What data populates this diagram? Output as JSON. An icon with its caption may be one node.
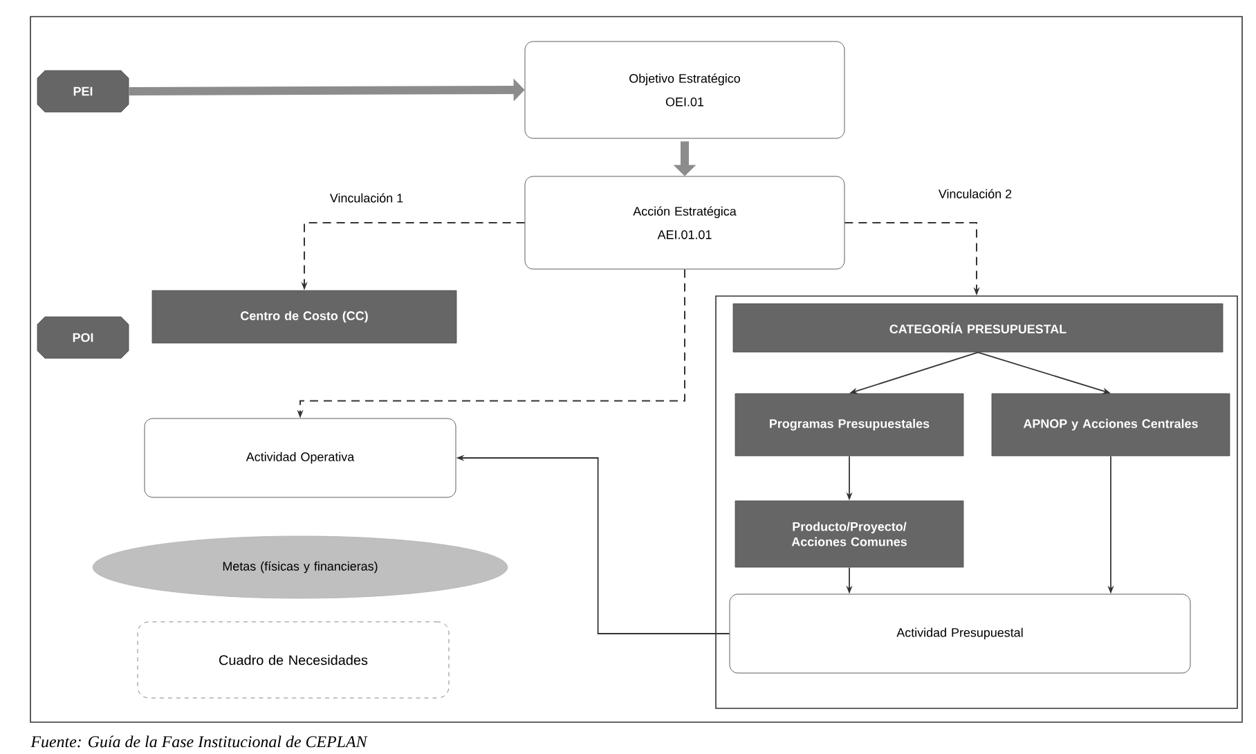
{
  "diagram": {
    "caption": "Fuente: Guía de la Fase Institucional de CEPLAN",
    "nodes": [
      {
        "text": [
          "PEI"
        ]
      },
      {
        "text": [
          "Objetivo Estratégico",
          "OEI.01"
        ]
      },
      {
        "text": [
          "Acción Estratégica",
          "AEI.01.01"
        ]
      },
      {
        "text": [
          "POI"
        ]
      },
      {
        "text": [
          "Centro de Costo (CC)"
        ]
      },
      {
        "text": [],
        "shape": "box"
      },
      {
        "text": [
          "CATEGORÍA PRESUPUESTAL"
        ],
        "in": 5
      },
      {
        "text": [
          "Programas Presupuestales"
        ],
        "in": 5
      },
      {
        "text": [
          "APNOP y Acciones Centrales"
        ],
        "in": 5
      },
      {
        "text": [
          "Producto/Proyecto/ Acciones Comunes"
        ],
        "in": 5
      },
      {
        "text": [
          "Actividad Presupuestal"
        ],
        "in": 5
      },
      {
        "text": [
          "Actividad Operativa"
        ]
      },
      {
        "text": [
          "Metas (físicas y financieras)"
        ]
      },
      {
        "text": [
          "Cuadro de Necesidades"
        ]
      }
    ],
    "edges": [
      {
        "from": 0,
        "to": 1,
        "arrow": "to",
        "style": "thick",
        "color": "#8c8c8c"
      },
      {
        "from": 1,
        "to": 2,
        "arrow": "to",
        "style": "thick",
        "color": "#8c8c8c"
      },
      {
        "from": 2,
        "to": 4,
        "arrow": "to",
        "style": "dashed",
        "label": "Vinculación 1"
      },
      {
        "from": 2,
        "to": 5,
        "arrow": "to",
        "style": "dashed",
        "label": "Vinculación 2"
      },
      {
        "from": 2,
        "to": 11,
        "arrow": "to",
        "style": "dashed"
      },
      {
        "from": 6,
        "to": 7,
        "arrow": "to"
      },
      {
        "from": 6,
        "to": 8,
        "arrow": "to"
      },
      {
        "from": 7,
        "to": 9,
        "arrow": "to"
      },
      {
        "from": 9,
        "to": 10,
        "arrow": "to"
      },
      {
        "from": 8,
        "to": 10,
        "arrow": "to"
      },
      {
        "from": 10,
        "to": 11,
        "arrow": "to"
      }
    ]
  }
}
